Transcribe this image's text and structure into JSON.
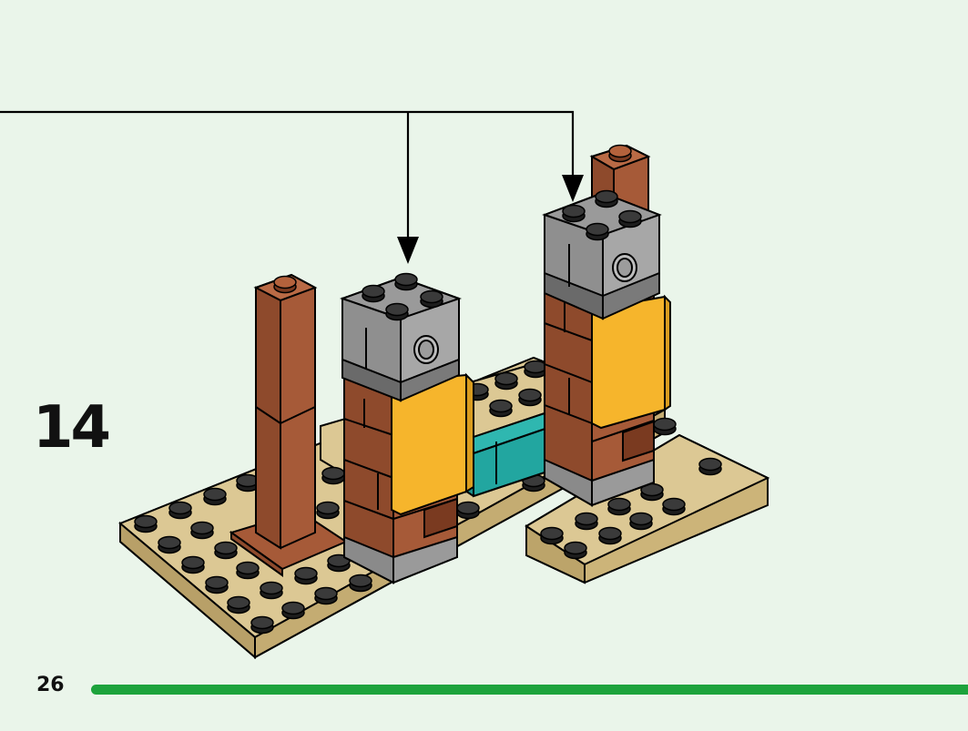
{
  "step": {
    "number": "14"
  },
  "footer": {
    "page_number": "26"
  },
  "progress": {
    "fraction": 1.0
  },
  "colors": {
    "background": "#eaf5ea",
    "progress_bar": "#1da33c",
    "tan": "#d8c48c",
    "reddish_brown": "#a65a38",
    "light_gray": "#a7a7a7",
    "dark_gray": "#6a6a6a",
    "orange_tile": "#f6b52c",
    "teal": "#22a6a0",
    "stud_dark": "#3a3a3a"
  },
  "icons": [
    "arrow-down-icon"
  ]
}
